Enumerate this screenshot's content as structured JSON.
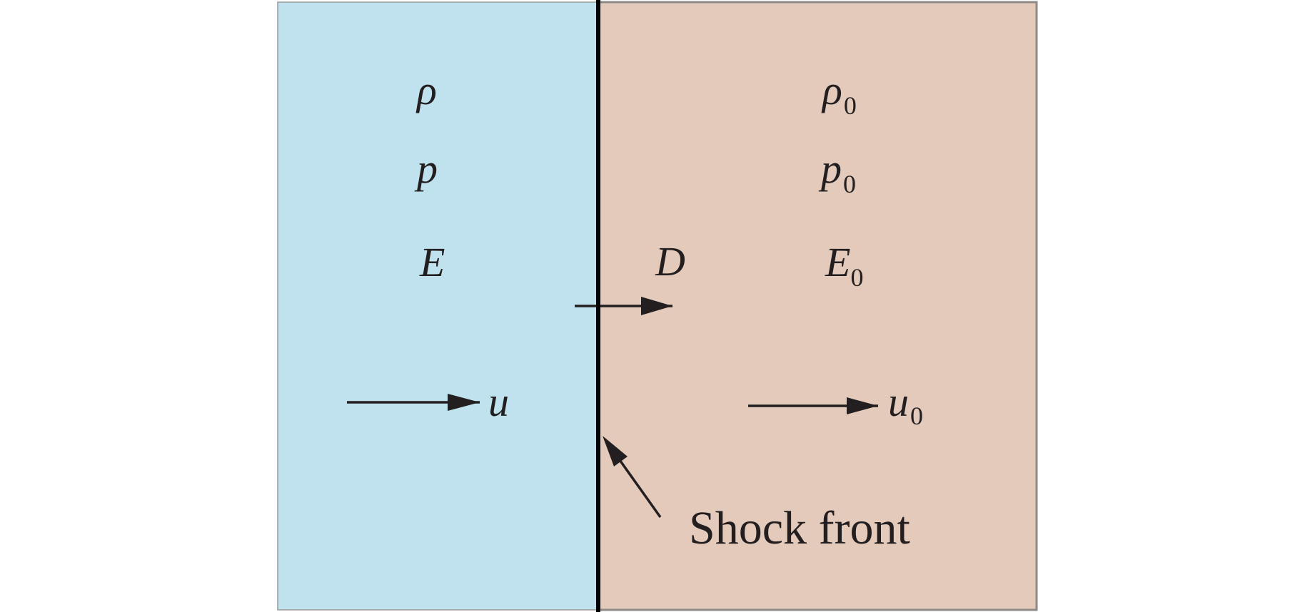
{
  "title": "Shock front diagram",
  "colors": {
    "shocked_region": "#BFE2EE",
    "unshocked_region": "#E3CABB",
    "border": "#8f8a88",
    "ink": "#231f20",
    "shock_line": "#000000"
  },
  "shocked_region": {
    "density": {
      "symbol": "ρ",
      "subscript": ""
    },
    "pressure": {
      "symbol": "p",
      "subscript": ""
    },
    "energy": {
      "symbol": "E",
      "subscript": ""
    },
    "velocity": {
      "symbol": "u",
      "subscript": ""
    }
  },
  "unshocked_region": {
    "density": {
      "symbol": "ρ",
      "subscript": "0"
    },
    "pressure": {
      "symbol": "p",
      "subscript": "0"
    },
    "energy": {
      "symbol": "E",
      "subscript": "0"
    },
    "velocity": {
      "symbol": "u",
      "subscript": "0"
    }
  },
  "shock": {
    "speed": {
      "symbol": "D"
    },
    "label": "Shock front"
  }
}
